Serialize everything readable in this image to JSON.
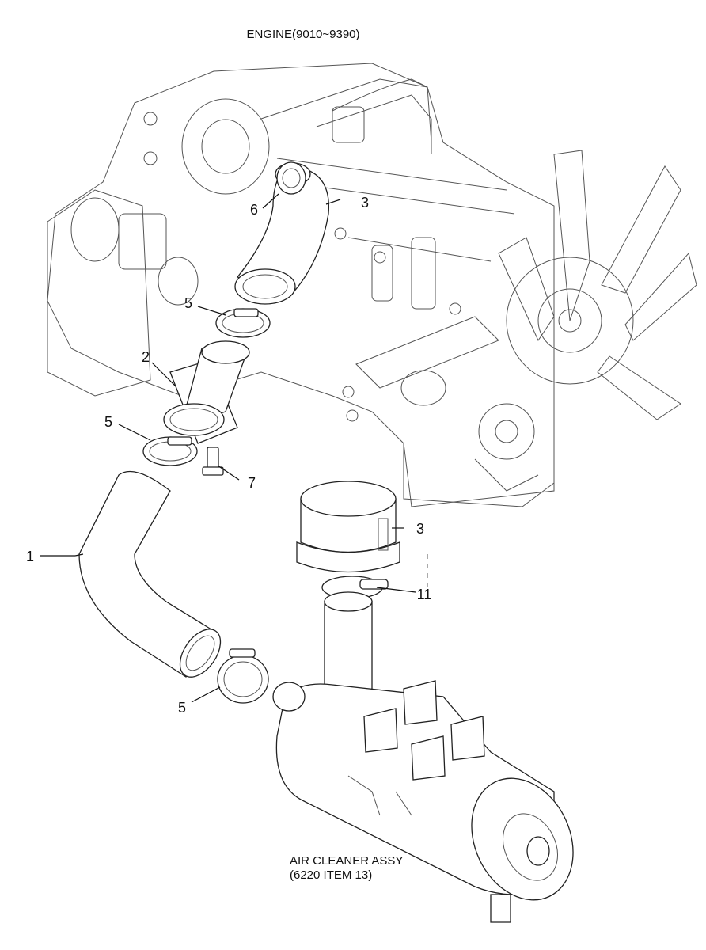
{
  "title": "ENGINE(9010~9390)",
  "assembly_label_line1": "AIR CLEANER ASSY",
  "assembly_label_line2": "(6220 ITEM 13)",
  "callouts": [
    {
      "id": "c1",
      "text": "1"
    },
    {
      "id": "c2",
      "text": "2"
    },
    {
      "id": "c3a",
      "text": "3"
    },
    {
      "id": "c3b",
      "text": "3"
    },
    {
      "id": "c5a",
      "text": "5"
    },
    {
      "id": "c5b",
      "text": "5"
    },
    {
      "id": "c5c",
      "text": "5"
    },
    {
      "id": "c6",
      "text": "6"
    },
    {
      "id": "c7",
      "text": "7"
    },
    {
      "id": "c11",
      "text": "11"
    }
  ]
}
